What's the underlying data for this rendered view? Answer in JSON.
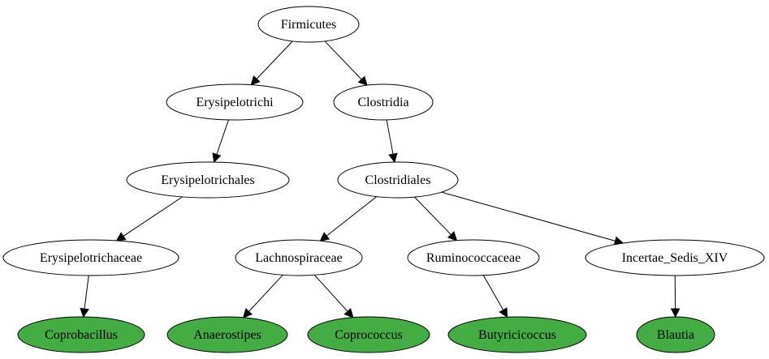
{
  "colors": {
    "default_fill": "#ffffff",
    "leaf_fill": "#43ac43",
    "stroke": "#000000",
    "text": "#000000"
  },
  "nodes": [
    {
      "id": "firmicutes",
      "label": "Firmicutes",
      "leaf": false
    },
    {
      "id": "erysipelotrichi",
      "label": "Erysipelotrichi",
      "leaf": false
    },
    {
      "id": "clostridia",
      "label": "Clostridia",
      "leaf": false
    },
    {
      "id": "erysipelotrichales",
      "label": "Erysipelotrichales",
      "leaf": false
    },
    {
      "id": "clostridiales",
      "label": "Clostridiales",
      "leaf": false
    },
    {
      "id": "erysipelotrichaceae",
      "label": "Erysipelotrichaceae",
      "leaf": false
    },
    {
      "id": "lachnospiraceae",
      "label": "Lachnospiraceae",
      "leaf": false
    },
    {
      "id": "ruminococcaceae",
      "label": "Ruminococcaceae",
      "leaf": false
    },
    {
      "id": "incertae-sedis-xiv",
      "label": "Incertae_Sedis_XIV",
      "leaf": false
    },
    {
      "id": "coprobacillus",
      "label": "Coprobacillus",
      "leaf": true
    },
    {
      "id": "anaerostipes",
      "label": "Anaerostipes",
      "leaf": true
    },
    {
      "id": "coprococcus",
      "label": "Coprococcus",
      "leaf": true
    },
    {
      "id": "butyricicoccus",
      "label": "Butyricicoccus",
      "leaf": true
    },
    {
      "id": "blautia",
      "label": "Blautia",
      "leaf": true
    }
  ],
  "edges": [
    {
      "from": "firmicutes",
      "to": "erysipelotrichi"
    },
    {
      "from": "firmicutes",
      "to": "clostridia"
    },
    {
      "from": "erysipelotrichi",
      "to": "erysipelotrichales"
    },
    {
      "from": "clostridia",
      "to": "clostridiales"
    },
    {
      "from": "erysipelotrichales",
      "to": "erysipelotrichaceae"
    },
    {
      "from": "clostridiales",
      "to": "lachnospiraceae"
    },
    {
      "from": "clostridiales",
      "to": "ruminococcaceae"
    },
    {
      "from": "clostridiales",
      "to": "incertae-sedis-xiv"
    },
    {
      "from": "erysipelotrichaceae",
      "to": "coprobacillus"
    },
    {
      "from": "lachnospiraceae",
      "to": "anaerostipes"
    },
    {
      "from": "lachnospiraceae",
      "to": "coprococcus"
    },
    {
      "from": "ruminococcaceae",
      "to": "butyricicoccus"
    },
    {
      "from": "incertae-sedis-xiv",
      "to": "blautia"
    }
  ]
}
